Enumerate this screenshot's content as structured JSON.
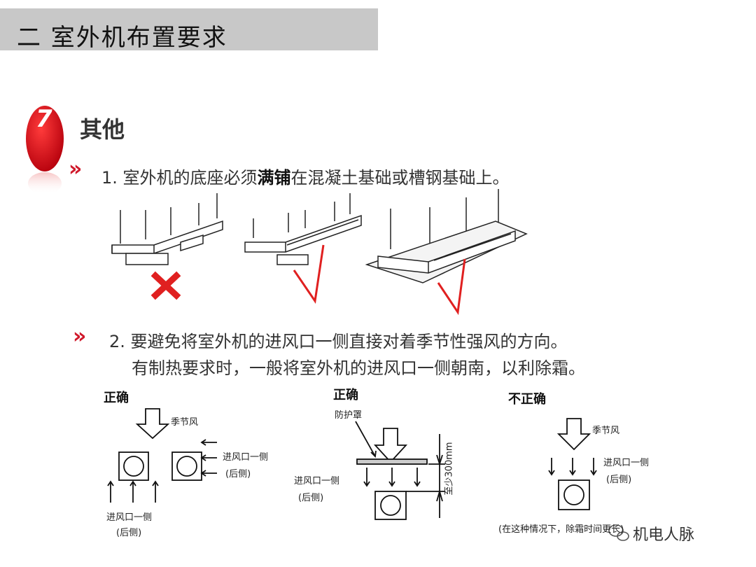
{
  "header": {
    "title": "二  室外机布置要求"
  },
  "section": {
    "number": "7",
    "title": "其他"
  },
  "bullets": {
    "chevron": "»",
    "item1_prefix": "1. 室外机的底座必须",
    "item1_bold": "满铺",
    "item1_suffix": "在混凝土基础或槽钢基础上。",
    "item2_line1": "2. 要避免将室外机的进风口一侧直接对着季节性强风的方向。",
    "item2_line2": "有制热要求时，一般将室外机的进风口一侧朝南，以利除霜。"
  },
  "diagrams": {
    "correct_label_1": "正确",
    "correct_label_2": "正确",
    "incorrect_label": "不正确",
    "seasonal_wind": "季节风",
    "inlet_side": "进风口一侧",
    "rear_side": "(后侧)",
    "guard": "防护罩",
    "min_distance": "至少300mm",
    "note": "(在这种情况下，除霜时间更长)"
  },
  "watermark": {
    "text": "机电人脉"
  }
}
